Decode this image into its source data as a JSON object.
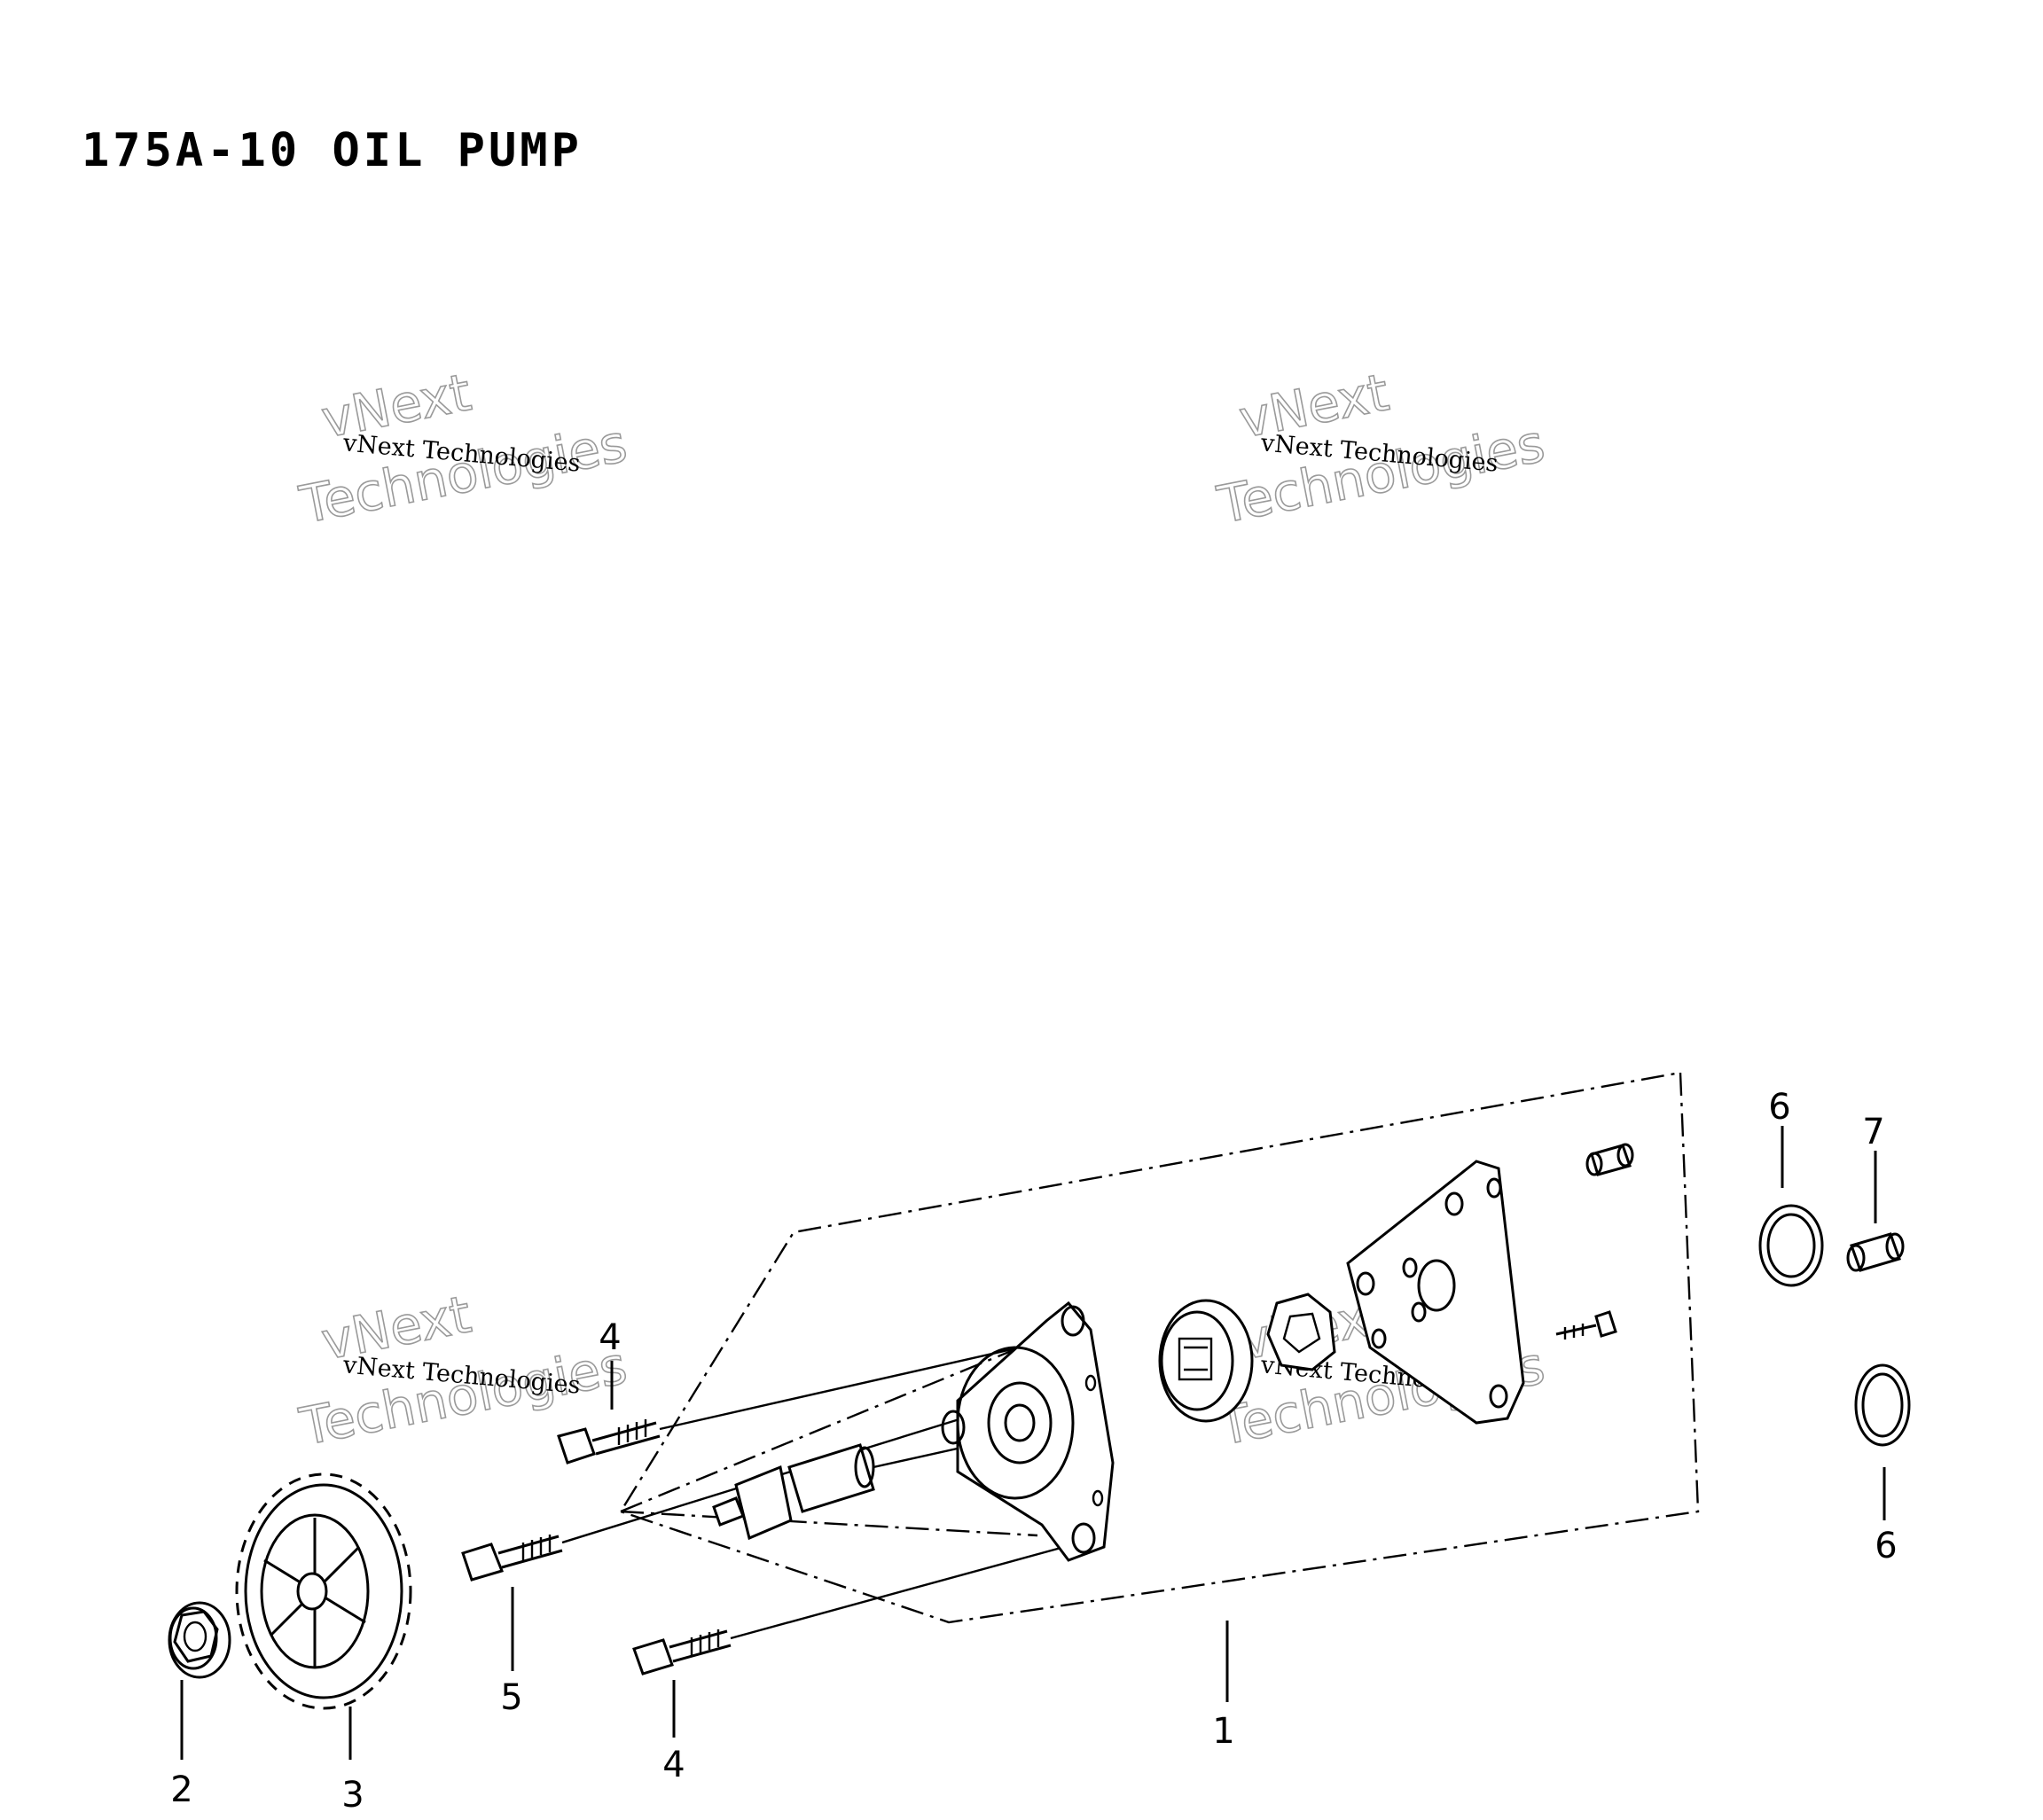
{
  "title": "175A-10 OIL PUMP",
  "watermark": {
    "brand": "vNext",
    "line": "vNext Technologies",
    "big": "Technologies"
  },
  "callouts": [
    "1",
    "2",
    "3",
    "4",
    "4",
    "5",
    "6",
    "6",
    "7"
  ]
}
